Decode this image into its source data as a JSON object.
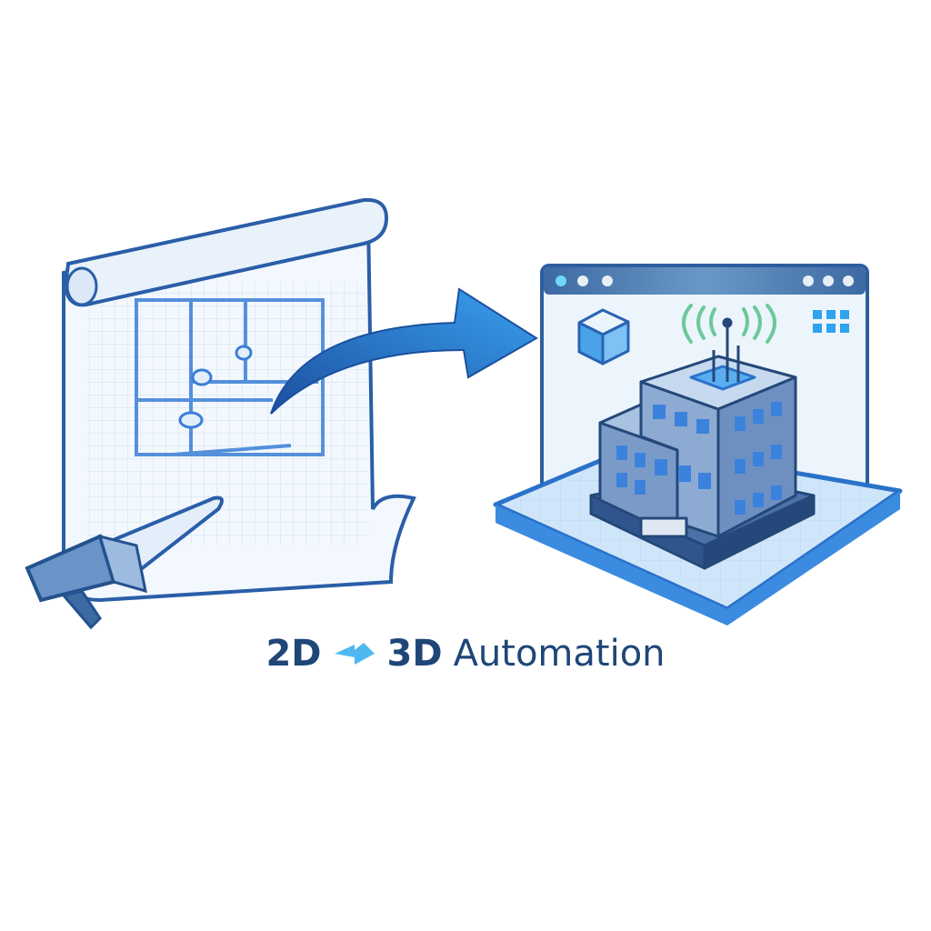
{
  "caption": {
    "source_label": "2D",
    "target_label": "3D",
    "suffix": "Automation"
  },
  "icons": [
    "blueprint-scroll-icon",
    "caliper-icon",
    "curved-arrow-icon",
    "browser-window-icon",
    "cube-icon",
    "wifi-signal-icon",
    "grid-apps-icon",
    "building-icon",
    "swap-arrow-icon"
  ],
  "colors": {
    "primary": "#1f4677",
    "accent": "#3a8ee6",
    "light": "#4fb8f0",
    "signal": "#6cc99a"
  }
}
